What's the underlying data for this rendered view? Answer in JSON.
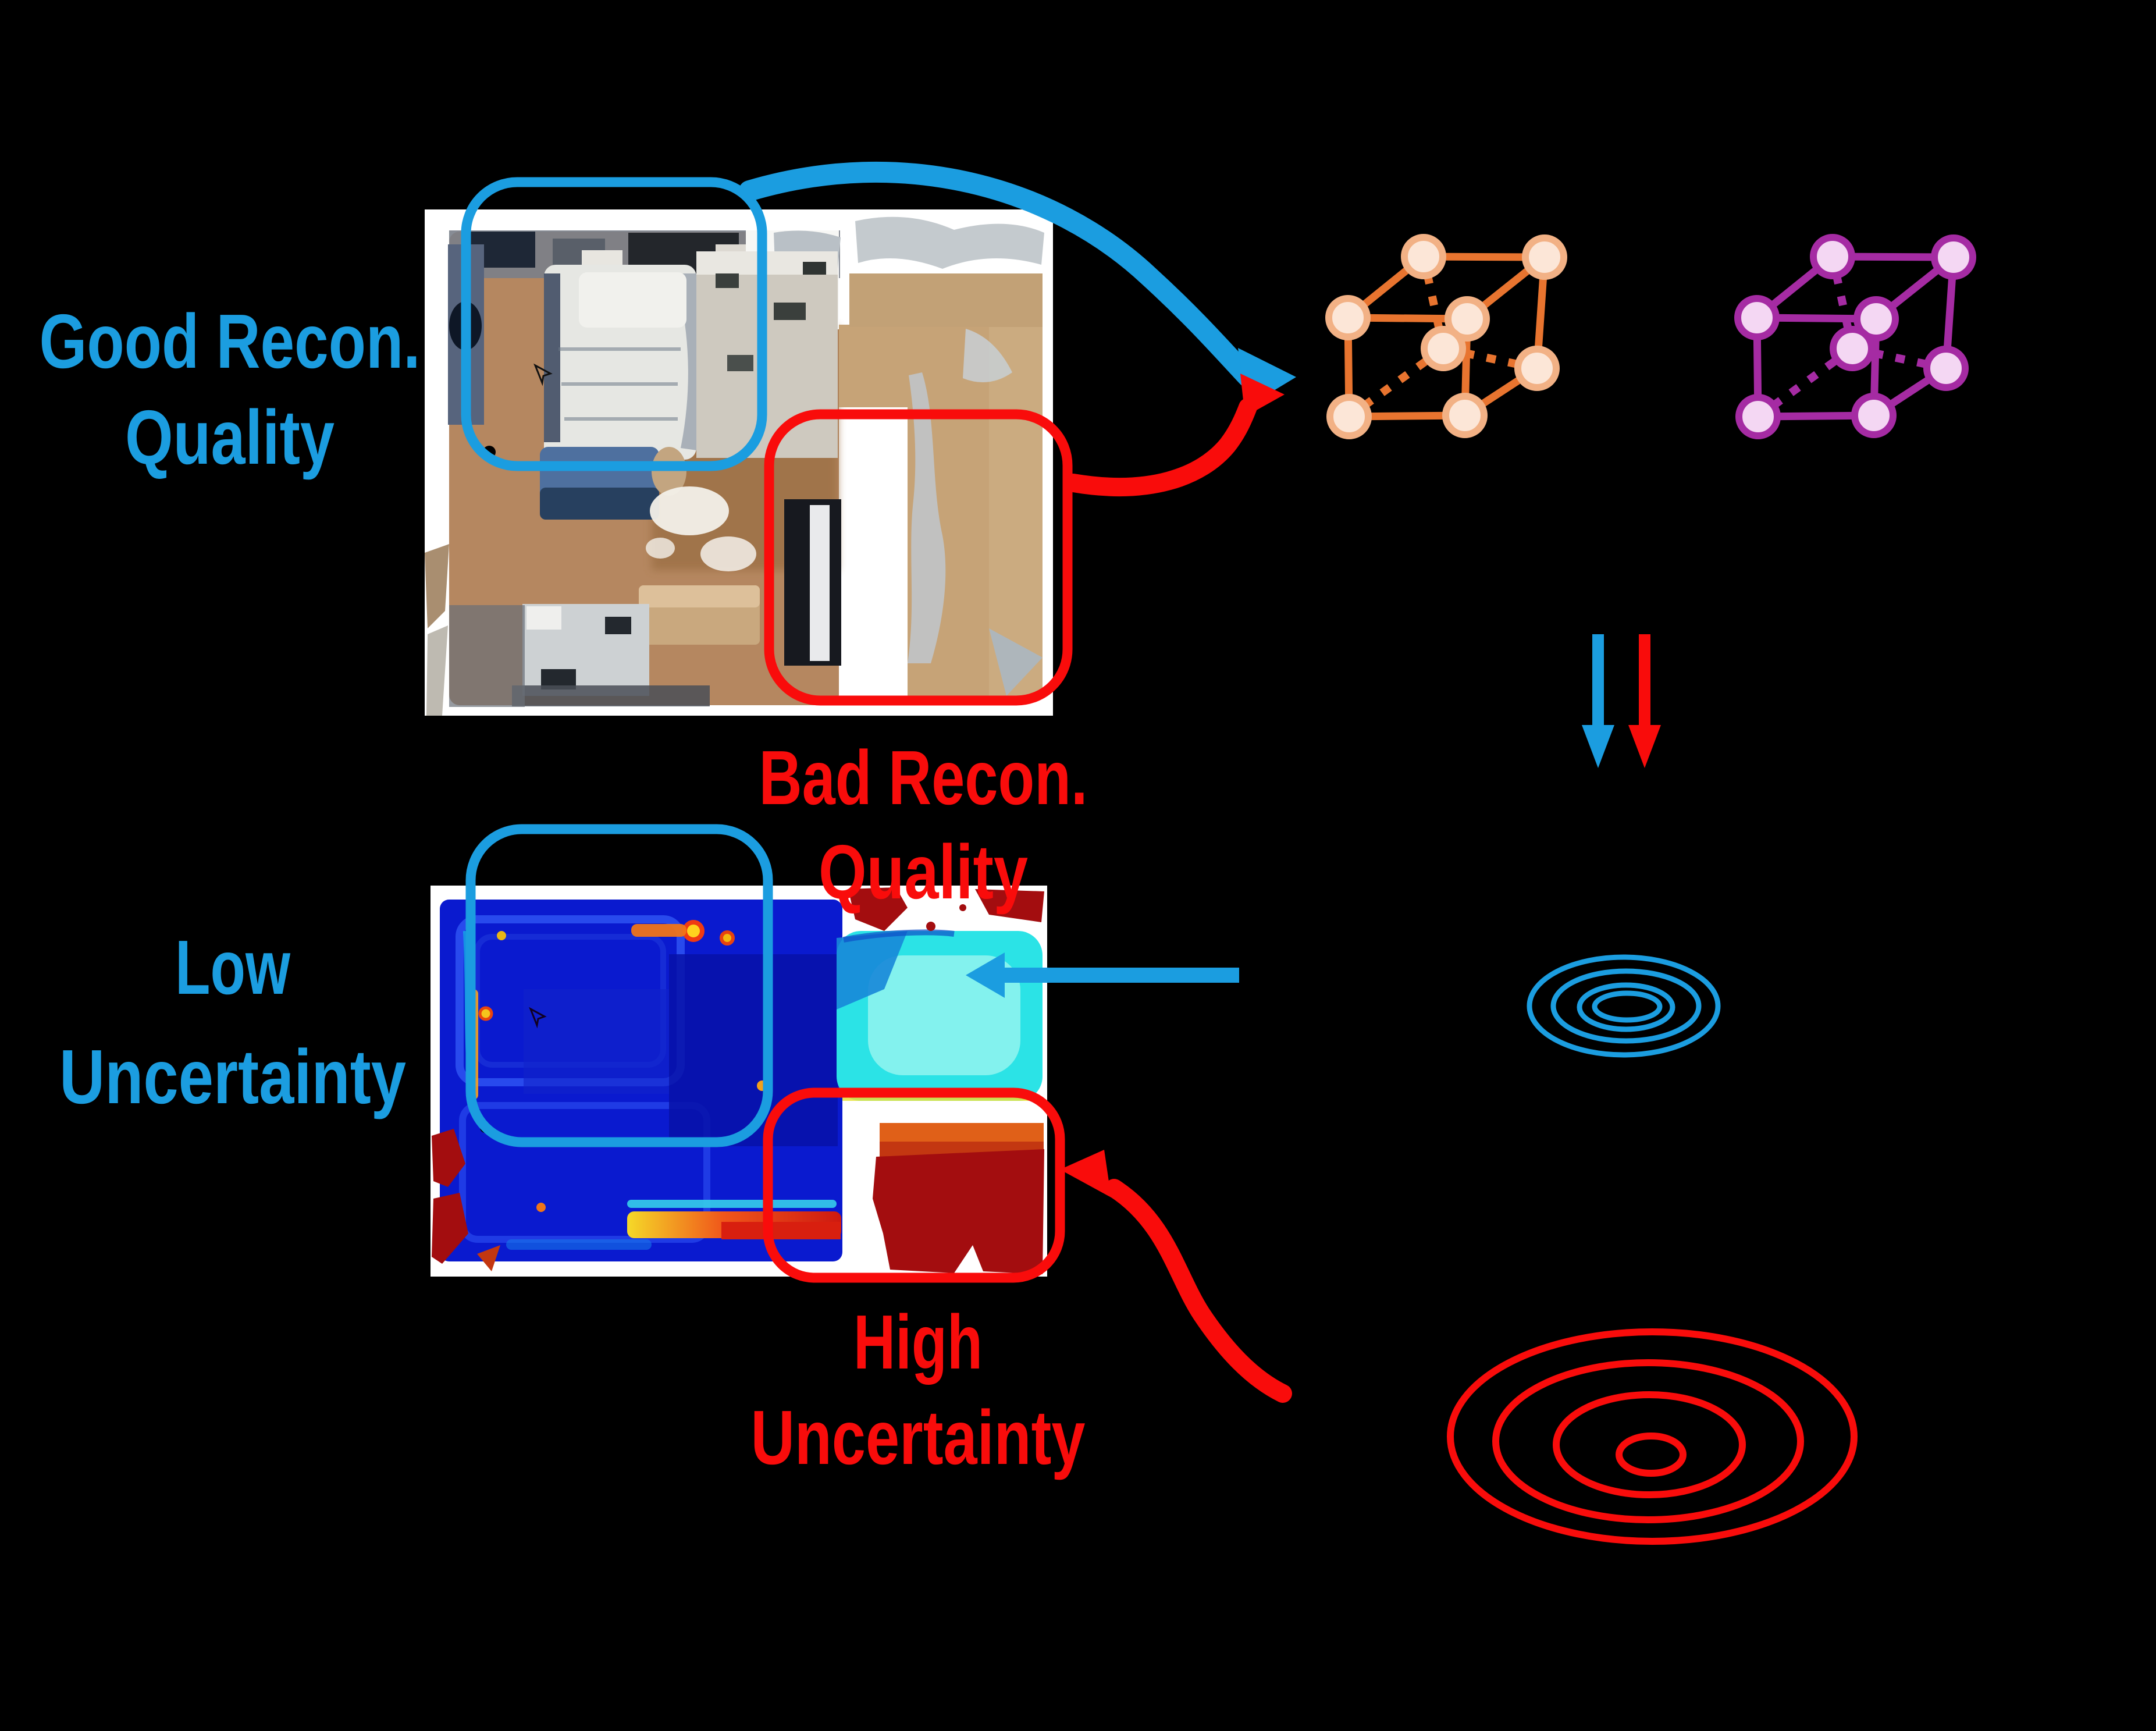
{
  "labels": {
    "good_recon": {
      "line1": "Good Recon.",
      "line2": "Quality"
    },
    "bad_recon": {
      "line1": "Bad Recon.",
      "line2": "Quality"
    },
    "low_uncertainty": {
      "line1": "Low",
      "line2": "Uncertainty"
    },
    "high_uncertainty": {
      "line1": "High",
      "line2": "Uncertainty"
    }
  },
  "colors": {
    "background": "#000000",
    "blue": "#1B9DE0",
    "red": "#F90C0B",
    "dark_red": "#A30D0F",
    "orange_edge": "#E8742F",
    "orange_node_fill": "#FCE6D7",
    "orange_node_ring": "#F2B185",
    "purple_edge": "#A52BA3",
    "purple_node_fill": "#F4D7F3",
    "heat_deep_blue": "#0A1ACF",
    "heat_cyan": "#2BE3E6",
    "floor_tan": "#B58760",
    "white": "#FFFFFF"
  }
}
